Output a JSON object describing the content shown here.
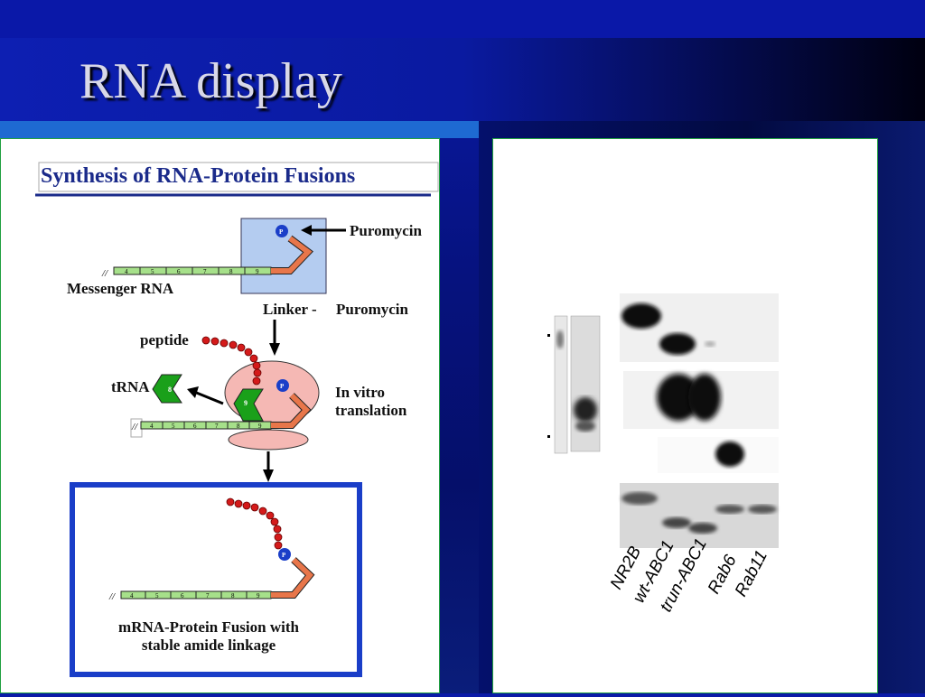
{
  "slide": {
    "title": "RNA display"
  },
  "diagram": {
    "heading": "Synthesis of RNA-Protein Fusions",
    "puromycin_label": "Puromycin",
    "messenger_rna_label": "Messenger RNA",
    "linker_label": "Linker -",
    "linker_puromycin_label": "Puromycin",
    "peptide_label": "peptide",
    "trna_label": "tRNA",
    "in_vitro_label": "In vitro",
    "translation_label": "translation",
    "fusion_line1": "mRNA-Protein Fusion with",
    "fusion_line2": "stable amide linkage",
    "p_symbol": "P",
    "break_mark": "//",
    "codon_numbers": [
      "4",
      "5",
      "6",
      "7",
      "8",
      "9"
    ],
    "trna_exit_number": "8",
    "trna_bound_number": "9"
  },
  "gel": {
    "lanes": [
      "NR2B",
      "wt-ABC1",
      "trun-ABC1",
      "Rab6",
      "Rab11"
    ]
  },
  "colors": {
    "slide_blue": "#0a18a8",
    "accent_blue": "#1e6ad2",
    "rna_green": "#a6e08a",
    "linker_orange": "#e8764a",
    "trna_green": "#1aa01a",
    "ribosome_pink": "#f5b8b4",
    "puromycin_box": "#b4ccf0",
    "fusion_frame": "#1a3ec8"
  }
}
